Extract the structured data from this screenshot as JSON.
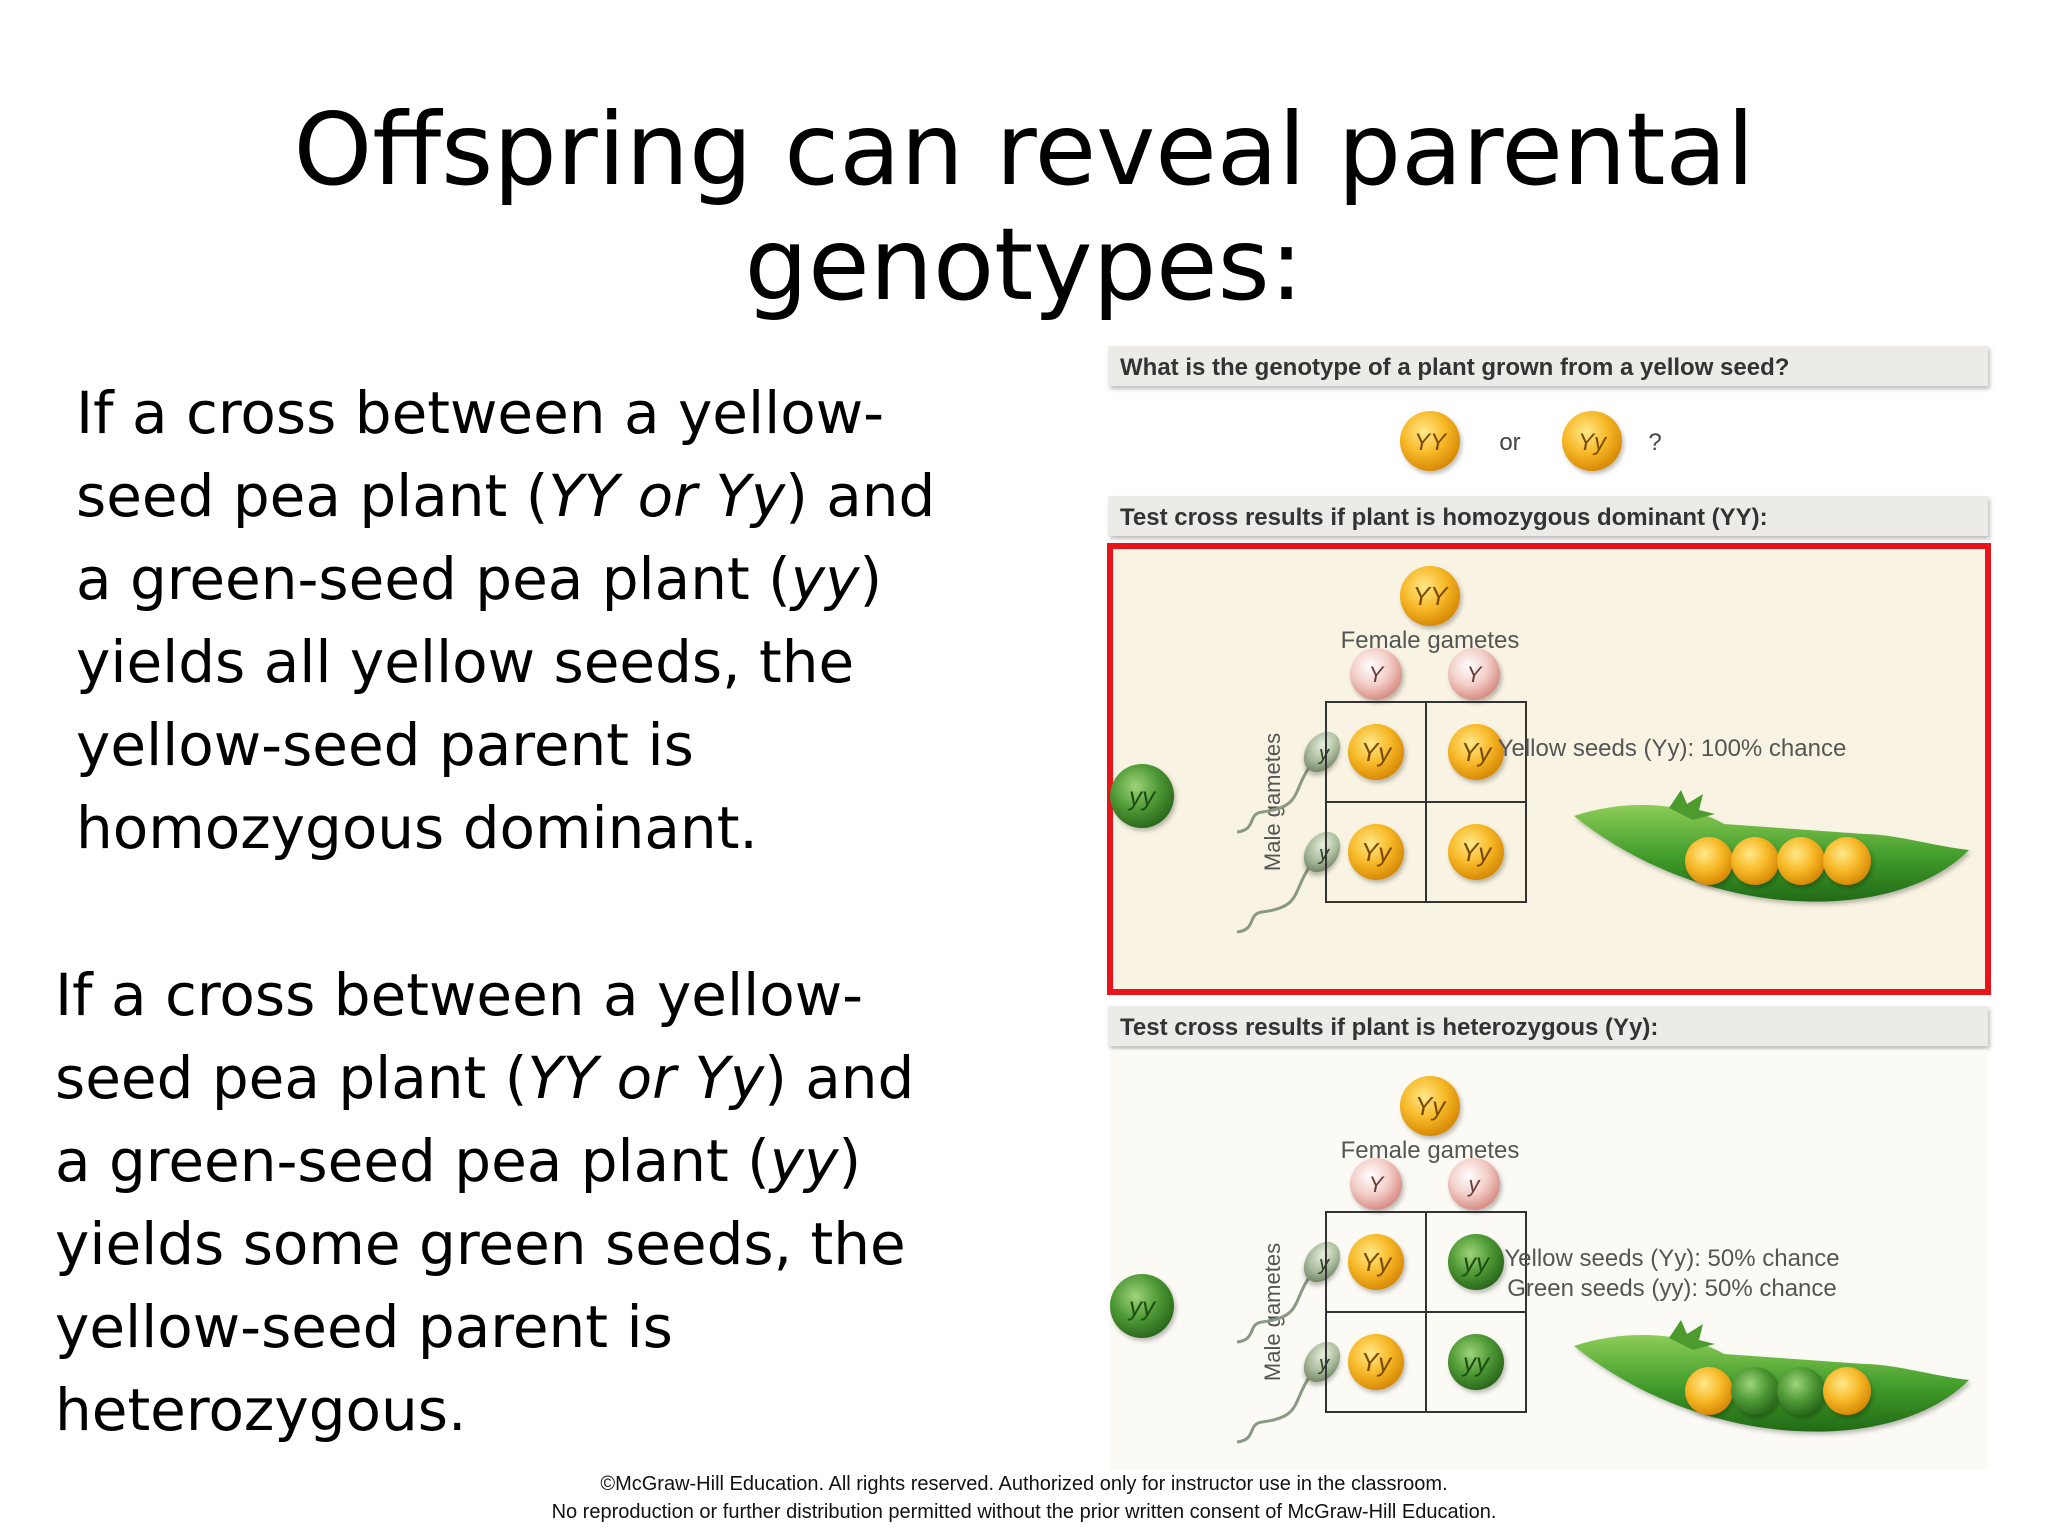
{
  "title": "Offspring can reveal parental genotypes:",
  "paragraph1": {
    "lines": [
      [
        "If a cross between a yellow-"
      ],
      [
        "seed pea plant (",
        {
          "i": "YY or Yy"
        },
        ") and"
      ],
      [
        "a green-seed pea plant (",
        {
          "i": "yy"
        },
        ")"
      ],
      [
        "yields all yellow seeds, the"
      ],
      [
        "yellow-seed parent is"
      ],
      [
        "homozygous dominant."
      ]
    ]
  },
  "paragraph2": {
    "lines": [
      [
        "If a cross between a yellow-"
      ],
      [
        "seed pea plant (",
        {
          "i": "YY or Yy"
        },
        ") and"
      ],
      [
        "a green-seed pea plant (",
        {
          "i": "yy"
        },
        ")"
      ],
      [
        "yields some green seeds, the"
      ],
      [
        "yellow-seed parent is"
      ],
      [
        "heterozygous."
      ]
    ]
  },
  "figure": {
    "question": "What is the genotype of a plant grown from a yellow seed?",
    "options": [
      "YY",
      "Yy"
    ],
    "or_label": "or",
    "question_mark": "?",
    "panel1": {
      "header": "Test cross results if plant is homozygous dominant (YY):",
      "female_parent": "YY",
      "female_label": "Female gametes",
      "female_gametes": [
        "Y",
        "Y"
      ],
      "male_label": "Male gametes",
      "male_parent": "yy",
      "male_gametes": [
        "y",
        "y"
      ],
      "cells": [
        "Yy",
        "Yy",
        "Yy",
        "Yy"
      ],
      "result_lines": [
        "Yellow seeds (Yy): 100% chance"
      ]
    },
    "panel2": {
      "header": "Test cross results if plant is heterozygous (Yy):",
      "female_parent": "Yy",
      "female_label": "Female gametes",
      "female_gametes": [
        "Y",
        "y"
      ],
      "male_label": "Male gametes",
      "male_parent": "yy",
      "male_gametes": [
        "y",
        "y"
      ],
      "cells": [
        "Yy",
        "yy",
        "Yy",
        "yy"
      ],
      "result_lines": [
        "Yellow seeds (Yy): 50% chance",
        "Green seeds (yy): 50% chance"
      ]
    },
    "colors": {
      "yellow": "#f5b21b",
      "green": "#3d8a2e",
      "highlight_border": "#e8141c",
      "panel_bg": "#f8f3e2",
      "header_bg": "#ecebe7",
      "gamete_female": "#f1c3bd"
    }
  },
  "footer": {
    "line1": "©McGraw-Hill Education. All rights reserved. Authorized only for instructor use in the classroom.",
    "line2": "No reproduction or further distribution permitted without the prior written consent of McGraw-Hill Education."
  }
}
